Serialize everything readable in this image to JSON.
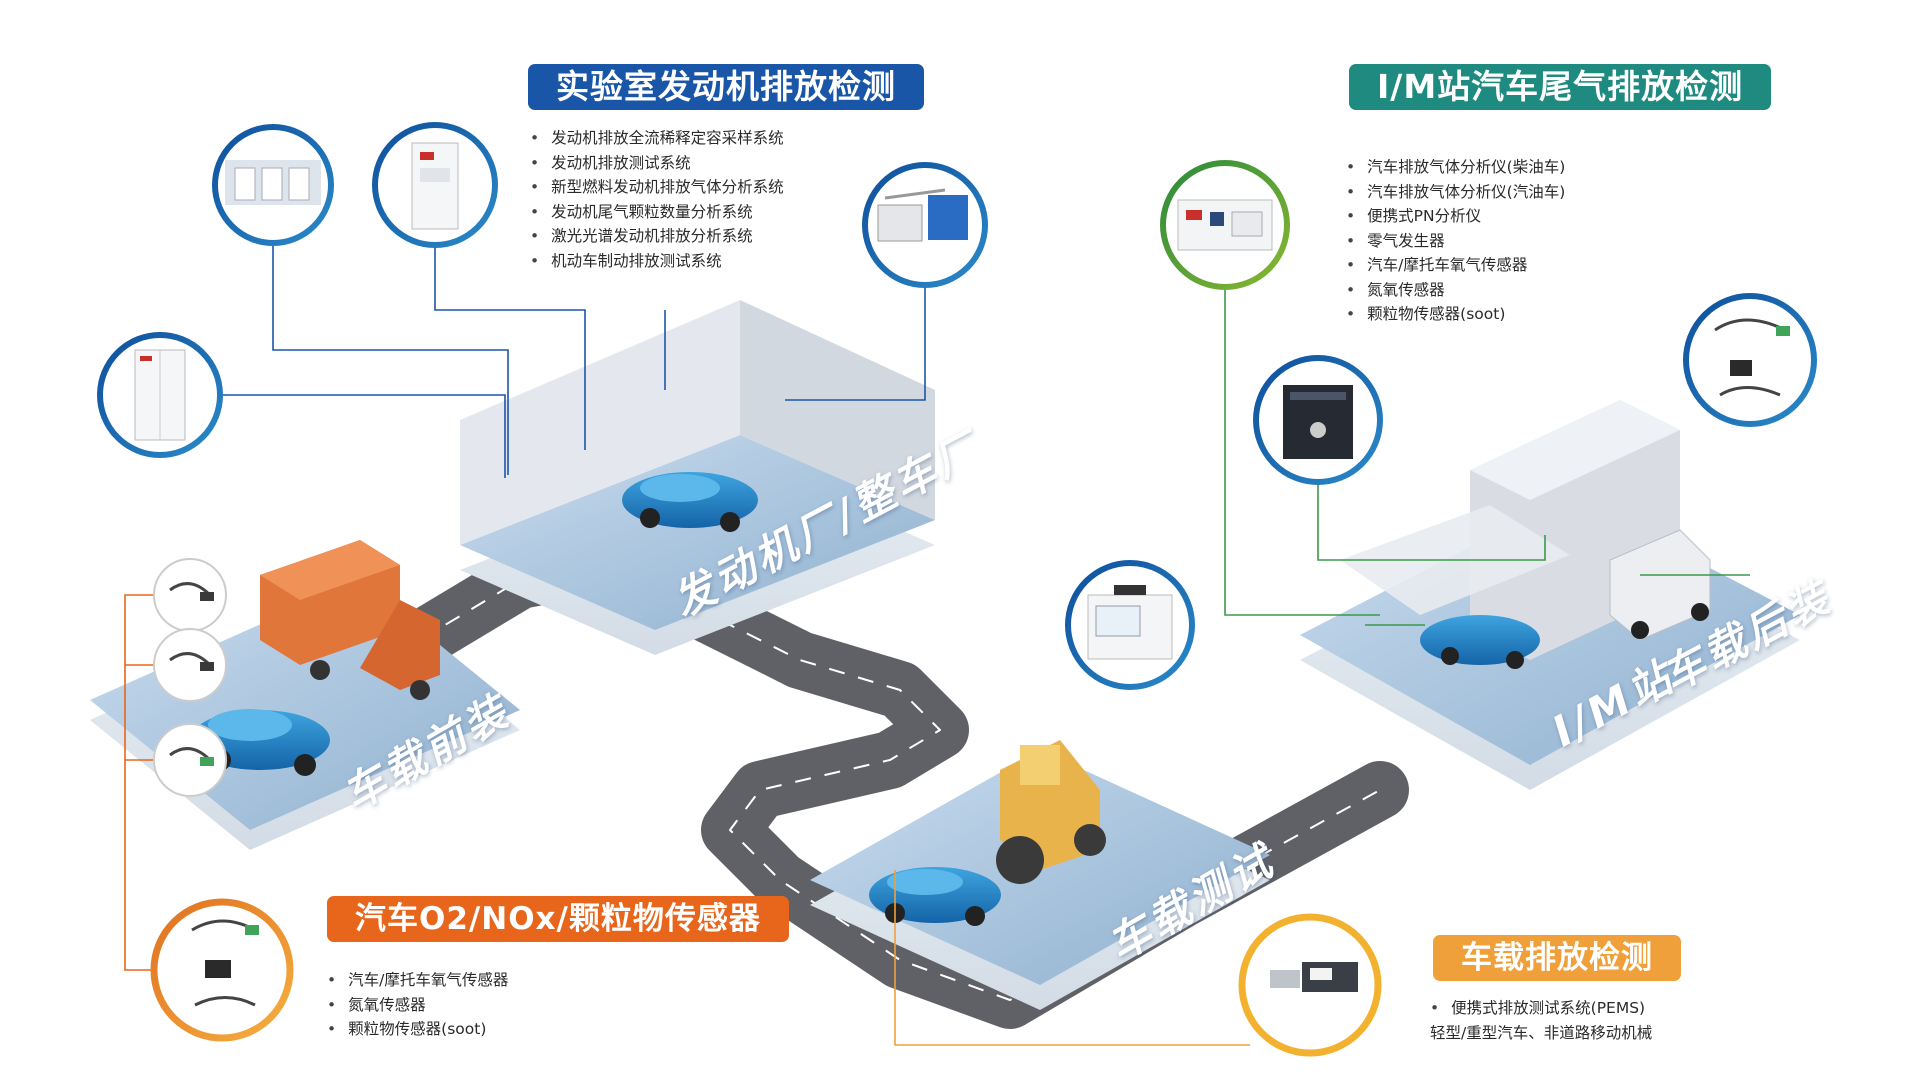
{
  "lab": {
    "title": "实验室发动机排放检测",
    "items": [
      "发动机排放全流稀释定容采样系统",
      "发动机排放测试系统",
      "新型燃料发动机排放气体分析系统",
      "发动机尾气颗粒数量分析系统",
      "激光光谱发动机排放分析系统",
      "机动车制动排放测试系统"
    ],
    "color": "#1a56a8"
  },
  "im": {
    "title": "I/M站汽车尾气排放检测",
    "items": [
      "汽车排放气体分析仪(柴油车)",
      "汽车排放气体分析仪(汽油车)",
      "便携式PN分析仪",
      "零气发生器",
      "汽车/摩托车氧气传感器",
      "氮氧传感器",
      "颗粒物传感器(soot)"
    ],
    "color": "#1f8a80"
  },
  "sensor": {
    "title": "汽车O2/NOx/颗粒物传感器",
    "items": [
      "汽车/摩托车氧气传感器",
      "氮氧传感器",
      "颗粒物传感器(soot)"
    ],
    "color": "#e8661c"
  },
  "onboard": {
    "title": "车载排放检测",
    "line1": "便携式排放测试系统(PEMS)",
    "line2": "轻型/重型汽车、非道路移动机械",
    "color": "#f0a03a"
  },
  "zones": {
    "engine": "发动机厂/整车厂",
    "front": "车载前装",
    "road": "车载测试",
    "im": "I/M站",
    "after": "车载后装"
  },
  "icons": {
    "lab": [
      "lab-room-icon",
      "analyzer-cabinet-icon",
      "cvs-sampling-icon",
      "standalone-cabinet-icon"
    ],
    "im": [
      "gas-analyzer-icon",
      "zero-gas-generator-icon",
      "pn-analyzer-icon",
      "sensor-cluster-icon"
    ],
    "sensor": [
      "sensor-cluster-icon"
    ],
    "onboard": [
      "pems-unit-icon"
    ]
  }
}
